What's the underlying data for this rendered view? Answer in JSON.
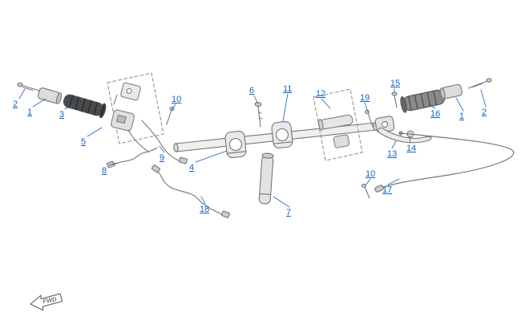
{
  "diagram": {
    "kind": "exploded-parts-diagram",
    "label_color": "#1565c0",
    "line_color": "#777777",
    "fwd_label": "FWD",
    "callouts": [
      {
        "label": "2"
      },
      {
        "label": "1"
      },
      {
        "label": "3"
      },
      {
        "label": "5"
      },
      {
        "label": "8"
      },
      {
        "label": "9"
      },
      {
        "label": "10"
      },
      {
        "label": "4"
      },
      {
        "label": "6"
      },
      {
        "label": "11"
      },
      {
        "label": "12"
      },
      {
        "label": "7"
      },
      {
        "label": "18"
      },
      {
        "label": "19"
      },
      {
        "label": "15"
      },
      {
        "label": "16"
      },
      {
        "label": "14"
      },
      {
        "label": "13"
      },
      {
        "label": "10"
      },
      {
        "label": "17"
      },
      {
        "label": "1"
      },
      {
        "label": "2"
      }
    ]
  }
}
